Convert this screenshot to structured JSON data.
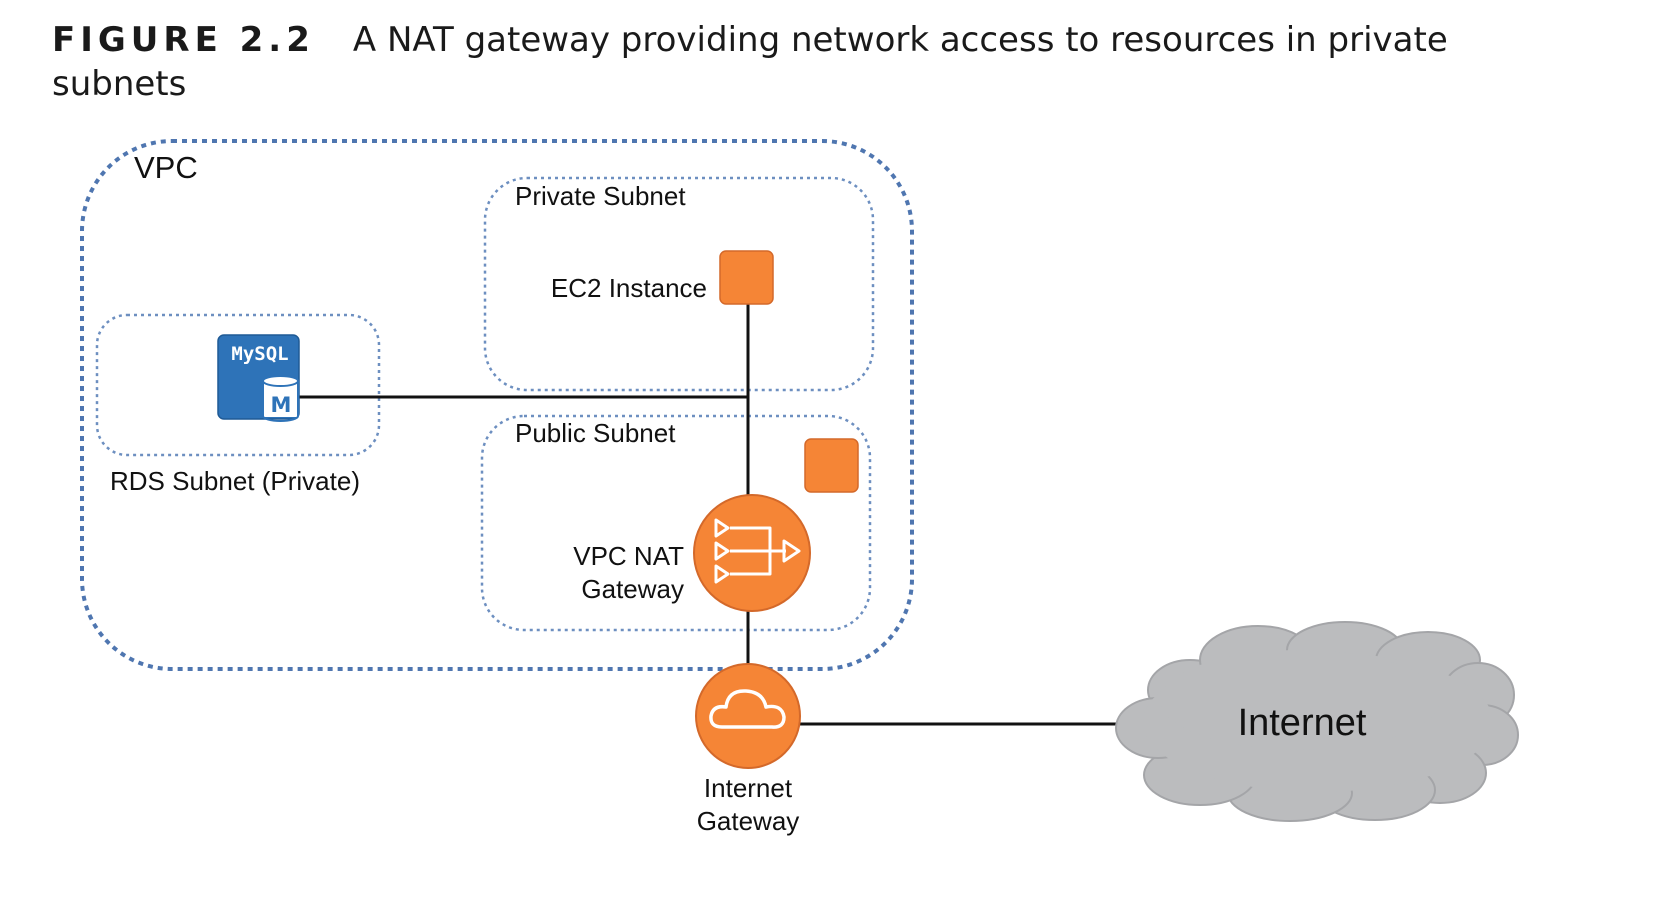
{
  "caption": {
    "figure_label": "FIGURE 2.2",
    "text": "A NAT gateway providing network access to resources in private subnets"
  },
  "diagram": {
    "vpc": {
      "label": "VPC"
    },
    "private_subnet": {
      "label": "Private Subnet"
    },
    "public_subnet": {
      "label": "Public Subnet"
    },
    "rds_subnet": {
      "label": "RDS Subnet (Private)"
    },
    "mysql": {
      "label": "MySQL",
      "badge": "M"
    },
    "ec2": {
      "label": "EC2 Instance"
    },
    "nat_gateway": {
      "line1": "VPC NAT",
      "line2": "Gateway"
    },
    "internet_gateway": {
      "line1": "Internet",
      "line2": "Gateway"
    },
    "internet": {
      "label": "Internet"
    }
  },
  "colors": {
    "boundary": "#5b7fb5",
    "orange": "#f58536",
    "mysql_blue": "#2e73b8",
    "cloud_gray": "#bbbcbe",
    "line": "#111111"
  },
  "icons": [
    "mysql-db-icon",
    "ec2-instance-icon",
    "nat-gateway-icon",
    "internet-gateway-icon",
    "internet-cloud-icon"
  ]
}
